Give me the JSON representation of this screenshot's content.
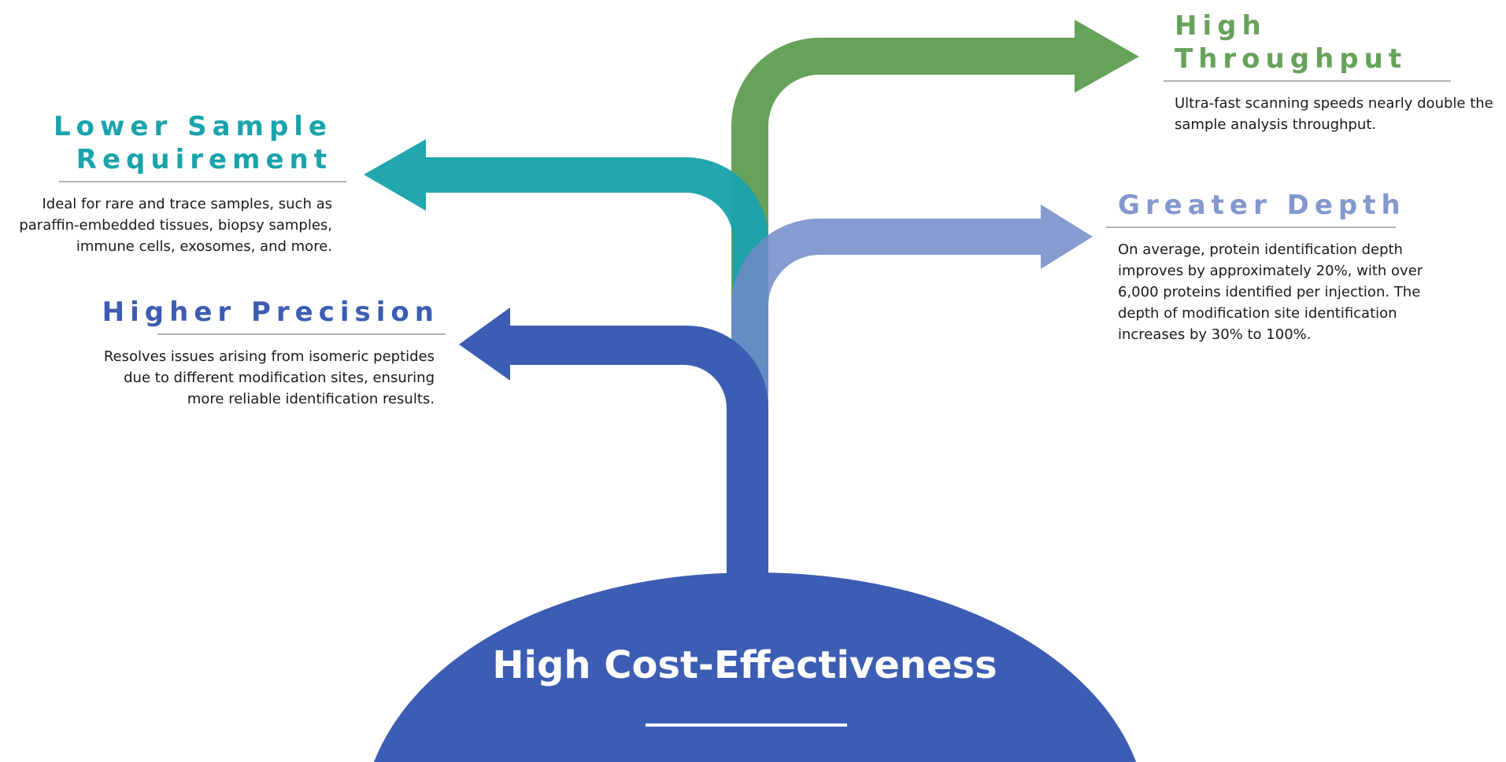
{
  "colors": {
    "blue": "#3c5db3",
    "teal": "#1aa3ab",
    "green": "#67a25a",
    "light_blue": "#8498cf",
    "rule_gray": "#b3b3b3"
  },
  "base": {
    "title": "High Cost-Effectiveness"
  },
  "features": {
    "high_throughput": {
      "title": "High Throughput",
      "description": "Ultra-fast scanning speeds nearly double the sample analysis throughput."
    },
    "lower_sample": {
      "title": "Lower Sample Requirement",
      "description": "Ideal for rare and trace samples, such as paraffin-embedded tissues, biopsy samples, immune cells, exosomes, and more."
    },
    "greater_depth": {
      "title": "Greater Depth",
      "description": "On average, protein identification depth improves by approximately 20%, with over 6,000 proteins identified per injection. The depth of modification site identification increases by 30% to 100%."
    },
    "higher_precision": {
      "title": "Higher Precision",
      "description": "Resolves issues arising from isomeric peptides due to different modification sites, ensuring more reliable identification results."
    }
  }
}
